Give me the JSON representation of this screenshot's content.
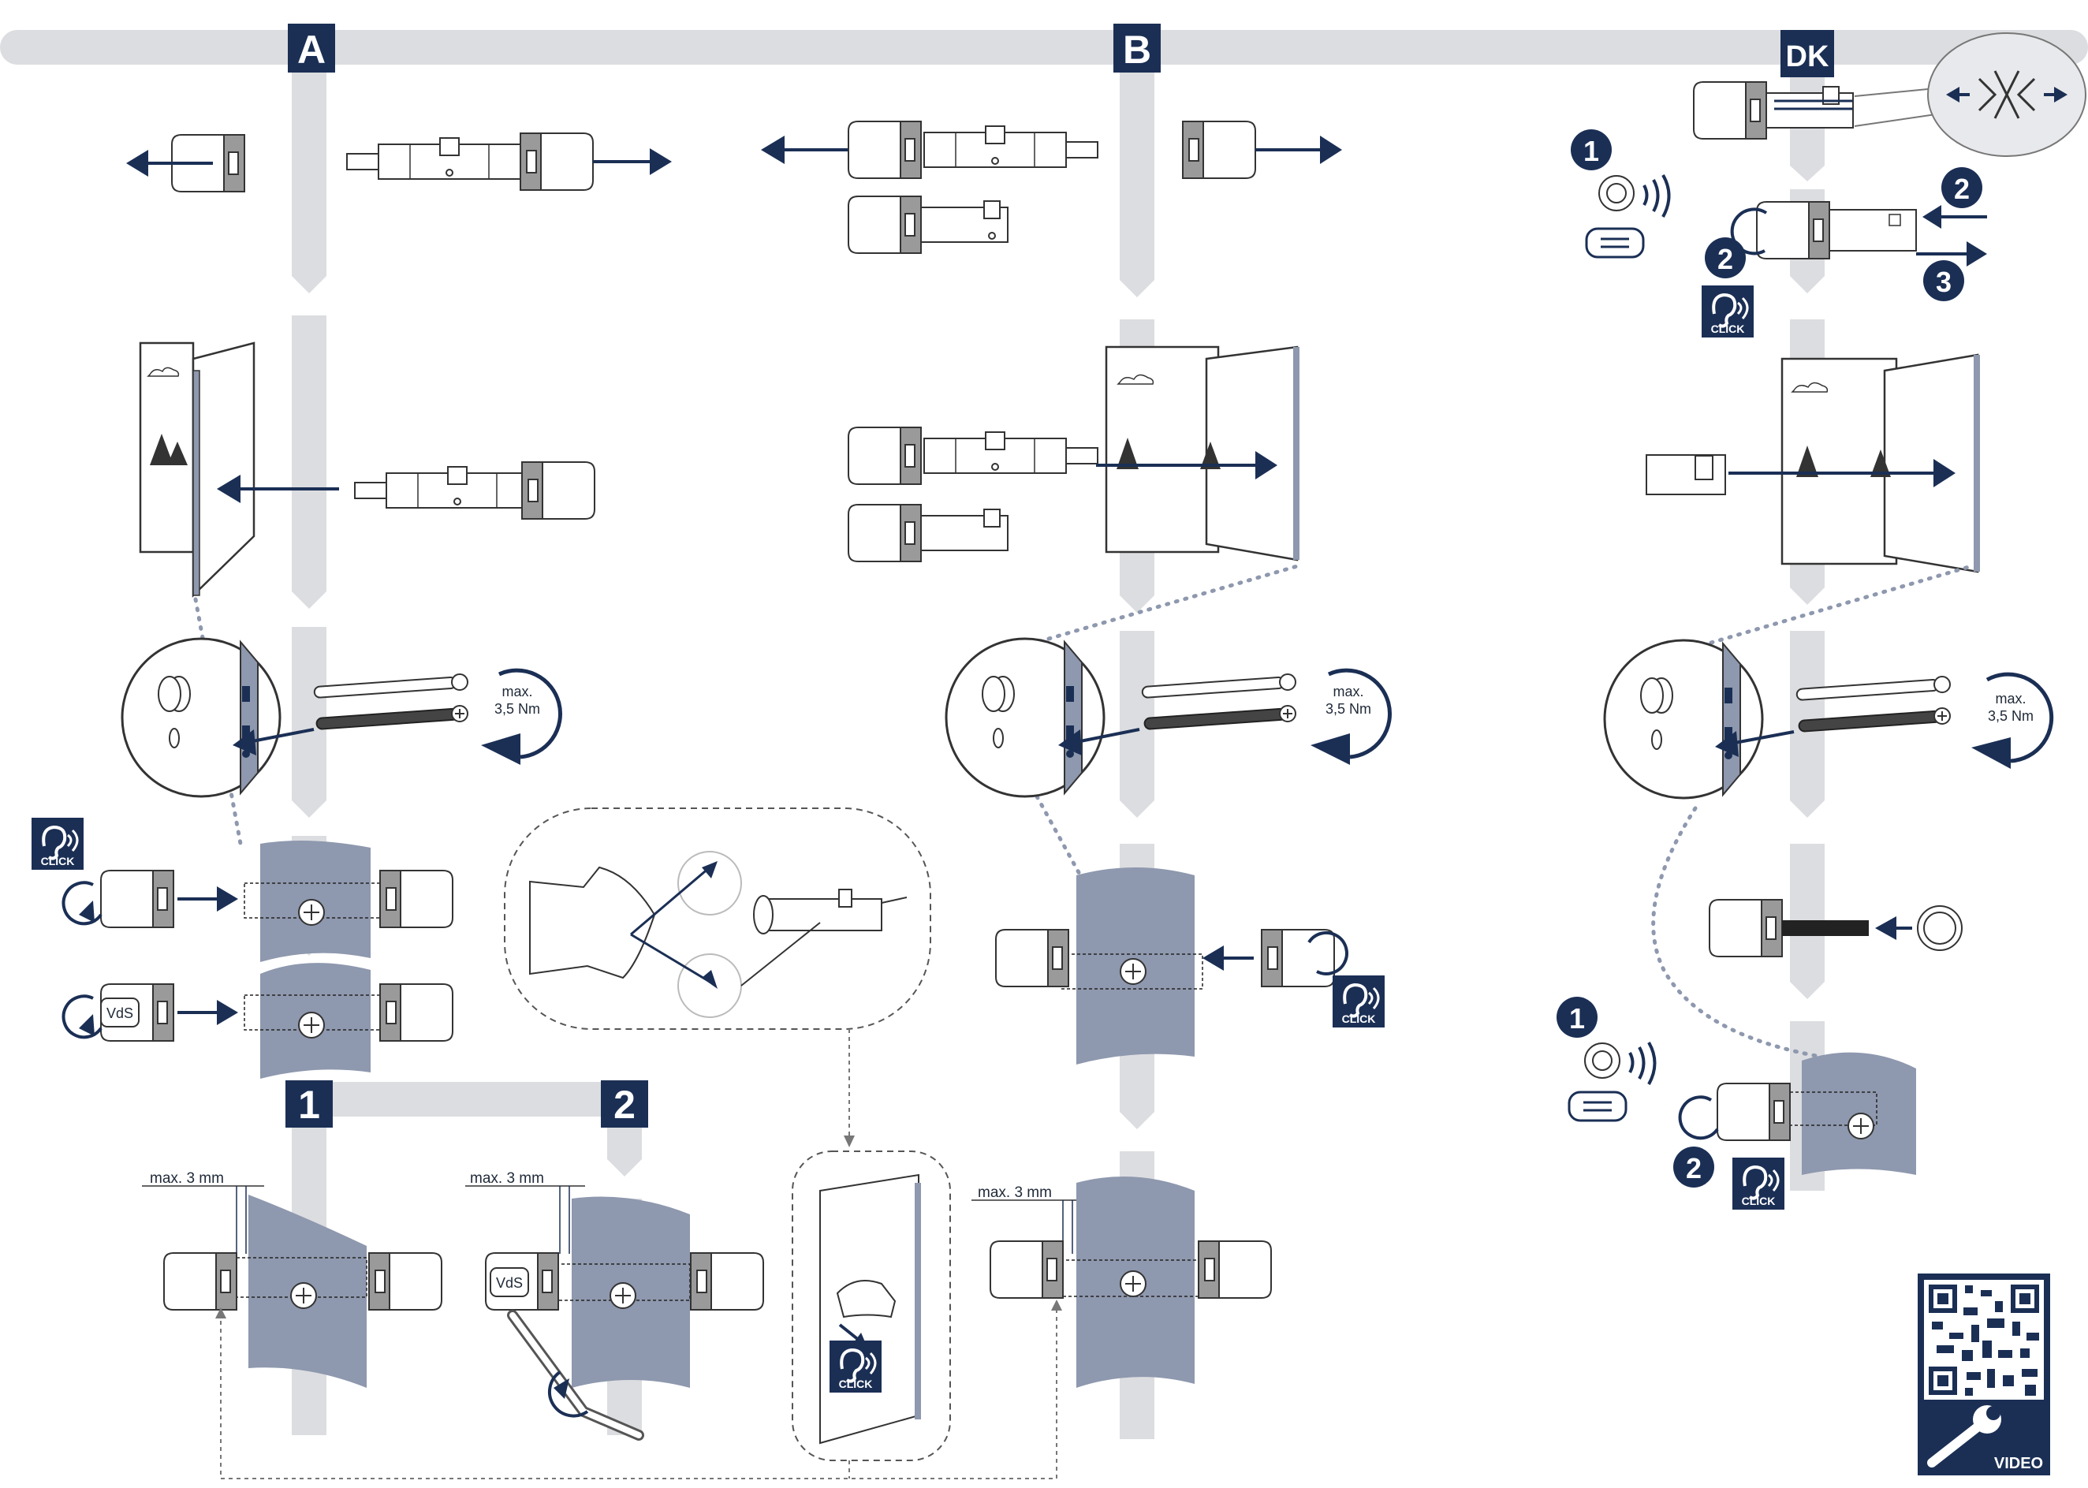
{
  "sections": {
    "a": "A",
    "b": "B",
    "dk": "DK"
  },
  "sub_steps": {
    "one": "1",
    "two": "2"
  },
  "torque": {
    "line1": "max.",
    "line2": "3,5 Nm"
  },
  "gap": "max. 3 mm",
  "click": "CLICK",
  "vds": "VdS",
  "dk_steps": {
    "one": "1",
    "two": "2",
    "three": "3"
  },
  "qr": {
    "label": "VIDEO"
  },
  "colors": {
    "navy": "#1b2f55",
    "lane": "#dcdde0",
    "plate": "#8e98ae",
    "line": "#333333"
  }
}
